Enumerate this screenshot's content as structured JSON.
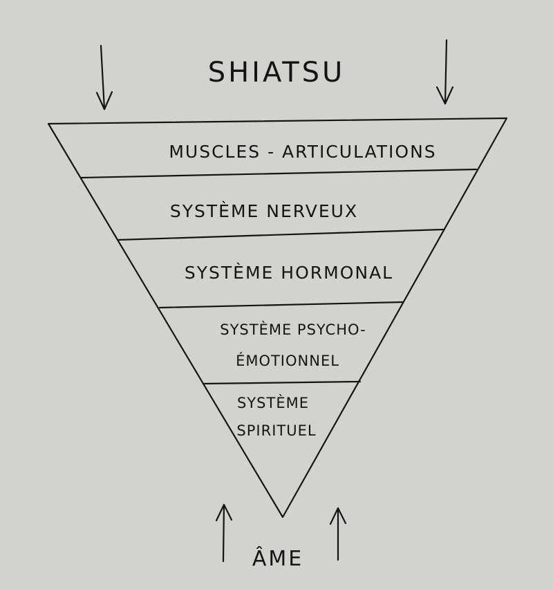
{
  "diagram": {
    "title": "SHIATSU",
    "layers": [
      {
        "lines": [
          "MUSCLES - ARTICULATIONS"
        ]
      },
      {
        "lines": [
          "SYSTÈME NERVEUX"
        ]
      },
      {
        "lines": [
          "SYSTÈME HORMONAL"
        ]
      },
      {
        "lines": [
          "SYSTÈME PSYCHO-",
          "ÉMOTIONNEL"
        ]
      },
      {
        "lines": [
          "SYSTÈME",
          "SPIRITUEL"
        ]
      }
    ],
    "bottom_label": "ÂME"
  },
  "colors": {
    "paper": "#d6d6d3",
    "ink": "#141414"
  }
}
